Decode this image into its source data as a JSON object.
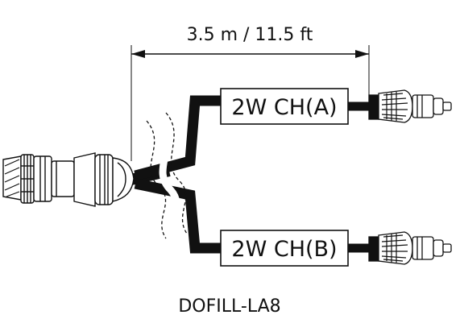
{
  "dimension": {
    "text": "3.5 m / 11.5 ft"
  },
  "channels": [
    {
      "label": "2W CH(A)"
    },
    {
      "label": "2W CH(B)"
    }
  ],
  "model": {
    "name": "DOFILL-LA8"
  },
  "colors": {
    "ink": "#111111",
    "background": "#ffffff"
  }
}
